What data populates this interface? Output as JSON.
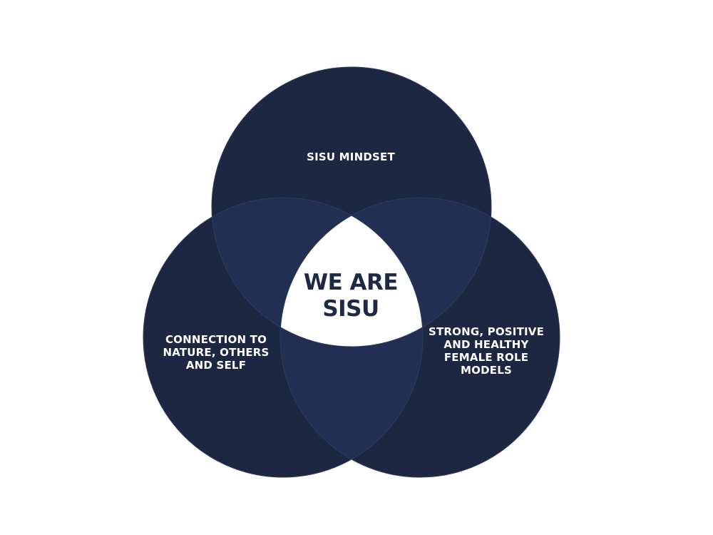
{
  "diagram": {
    "center": {
      "line1": "WE ARE",
      "line2": "SISU"
    },
    "circles": [
      {
        "id": "top",
        "lines": [
          "SISU MINDSET"
        ]
      },
      {
        "id": "left",
        "lines": [
          "CONNECTION TO",
          "NATURE, OTHERS",
          "AND SELF"
        ]
      },
      {
        "id": "right",
        "lines": [
          "STRONG, POSITIVE",
          "AND HEALTHY",
          "FEMALE ROLE",
          "MODELS"
        ]
      }
    ],
    "colors": {
      "circle_fill": "#1e2742",
      "overlap_fill": "#232f52",
      "center_fill": "#ffffff",
      "center_text": "#1e2a45",
      "label_text": "#ffffff"
    }
  }
}
